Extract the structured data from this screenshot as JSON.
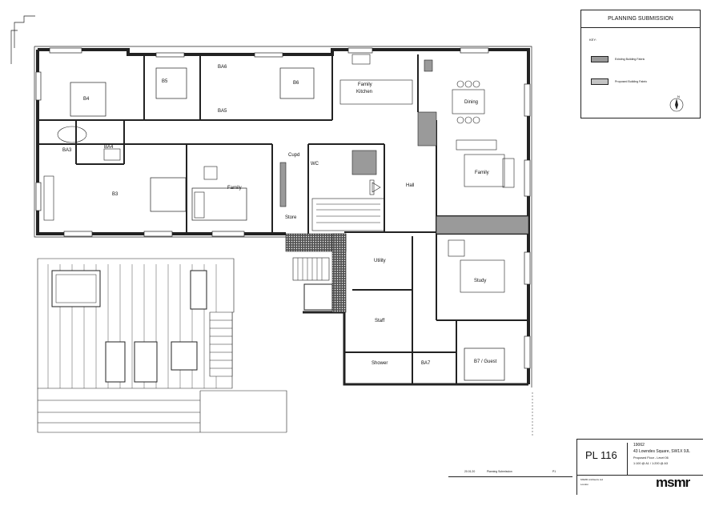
{
  "planning": {
    "title": "PLANNING SUBMISSION",
    "key_label": "KEY:",
    "legend": [
      {
        "label": "Existing Building Fabric",
        "color": "#9a9a9a"
      },
      {
        "label": "Proposed Building Fabric",
        "color": "#c4c4c4"
      }
    ],
    "north_label": "N"
  },
  "rooms": {
    "b4": "B4",
    "b5": "B5",
    "ba6": "BA6",
    "ba5": "BA5",
    "b6": "B6",
    "family_kitchen_1": "Family",
    "family_kitchen_2": "Kitchen",
    "dining": "Dining",
    "ba3": "BA3",
    "ba4": "BA4",
    "cupd": "Cupd",
    "wc": "WC",
    "b3": "B3",
    "family_bed": "Family",
    "store": "Store",
    "hall": "Hall",
    "family_right": "Family",
    "utility": "Utility",
    "study": "Study",
    "staff": "Staff",
    "shower": "Shower",
    "ba7": "BA7",
    "b7_guest": "B7 / Guest"
  },
  "title_block": {
    "drawing_number": "PL 116",
    "job_number": "19062",
    "address": "43 Lowndes Square, SW1X 9JL",
    "sheet_title": "Proposed Floor - Level 06",
    "scale": "1:100 @ A1 / 1:200 @ A3",
    "revision_date": "20.01.20",
    "revision_desc": "Planning Submission",
    "revision_code": "P1",
    "office_line_1": "MSMR Architects Ltd",
    "office_line_2": "London",
    "logo": "msmr"
  }
}
